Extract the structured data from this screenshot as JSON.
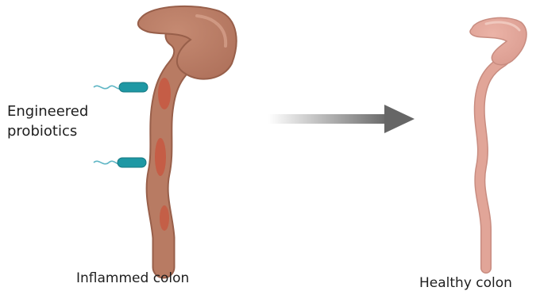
{
  "labels": {
    "probiotics_line1": "Engineered",
    "probiotics_line2": "probiotics",
    "inflamed": "Inflammed colon",
    "healthy": "Healthy colon"
  },
  "colors": {
    "inflamed_colon": "#b97c64",
    "inflamed_outline": "#9a624d",
    "inflamed_patch": "#c9563e",
    "healthy_colon": "#e2a69a",
    "healthy_outline": "#c98b80",
    "probiotic": "#1f9aa6",
    "flagellum": "#5db7c7",
    "arrow_start": "#ffffff",
    "arrow_end": "#6e6e6e"
  }
}
